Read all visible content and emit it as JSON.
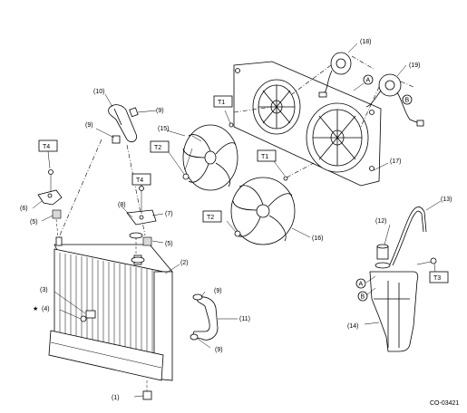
{
  "diagram": {
    "code": "CO-03421",
    "callouts": [
      {
        "id": "c1",
        "label": "(1)"
      },
      {
        "id": "c2",
        "label": "(2)"
      },
      {
        "id": "c3",
        "label": "(3)"
      },
      {
        "id": "c4",
        "label": "(4)"
      },
      {
        "id": "c5a",
        "label": "(5)"
      },
      {
        "id": "c5b",
        "label": "(5)"
      },
      {
        "id": "c6",
        "label": "(6)"
      },
      {
        "id": "c7",
        "label": "(7)"
      },
      {
        "id": "c8",
        "label": "(8)"
      },
      {
        "id": "c9a",
        "label": "(9)"
      },
      {
        "id": "c9b",
        "label": "(9)"
      },
      {
        "id": "c9c",
        "label": "(9)"
      },
      {
        "id": "c9d",
        "label": "(9)"
      },
      {
        "id": "c10",
        "label": "(10)"
      },
      {
        "id": "c11",
        "label": "(11)"
      },
      {
        "id": "c12",
        "label": "(12)"
      },
      {
        "id": "c13",
        "label": "(13)"
      },
      {
        "id": "c14",
        "label": "(14)"
      },
      {
        "id": "c15",
        "label": "(15)"
      },
      {
        "id": "c16",
        "label": "(16)"
      },
      {
        "id": "c17",
        "label": "(17)"
      },
      {
        "id": "c18",
        "label": "(18)"
      },
      {
        "id": "c19",
        "label": "(19)"
      }
    ],
    "torque_labels": [
      {
        "id": "t4a",
        "label": "T4"
      },
      {
        "id": "t4b",
        "label": "T4"
      },
      {
        "id": "t1a",
        "label": "T1"
      },
      {
        "id": "t1b",
        "label": "T1"
      },
      {
        "id": "t2a",
        "label": "T2"
      },
      {
        "id": "t2b",
        "label": "T2"
      },
      {
        "id": "t3",
        "label": "T3"
      }
    ],
    "connectors": [
      {
        "id": "a1",
        "label": "A"
      },
      {
        "id": "b1",
        "label": "B"
      },
      {
        "id": "a2",
        "label": "A"
      },
      {
        "id": "b2",
        "label": "B"
      }
    ],
    "star_symbol": "★"
  }
}
